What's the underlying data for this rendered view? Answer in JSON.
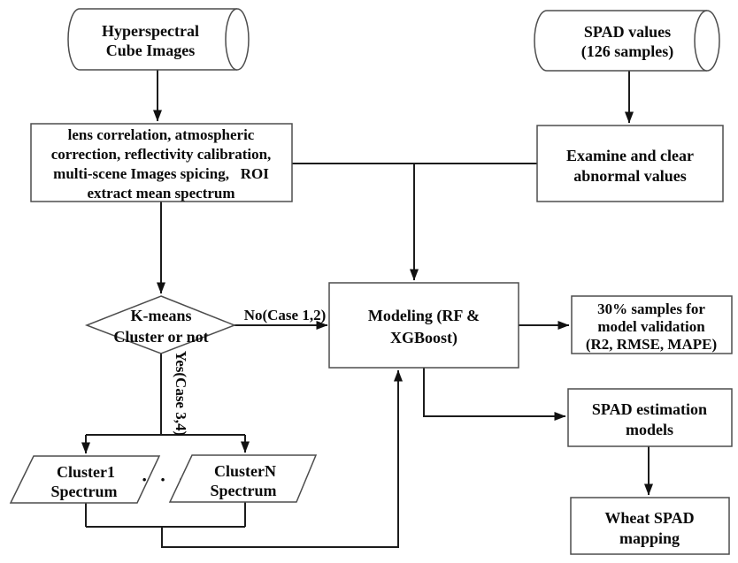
{
  "diagram": {
    "kind": "flowchart",
    "background": "#ffffff",
    "line_color": "#1c1c1c",
    "shape_border_color": "#4d4d4d",
    "text_color": "#0a0a0a",
    "nodes": {
      "hyperspectral_cube": {
        "shape": "cylinder",
        "lines": [
          "Hyperspectral",
          "Cube Images"
        ]
      },
      "spad_values": {
        "shape": "cylinder",
        "lines": [
          "SPAD values",
          "(126 samples)"
        ]
      },
      "preprocessing": {
        "shape": "process",
        "lines": [
          "lens correlation, atmospheric",
          "correction, reflectivity calibration,",
          "multi-scene Images spicing,   ROI",
          "extract mean spectrum"
        ]
      },
      "examine": {
        "shape": "process",
        "lines": [
          "Examine and clear",
          "abnormal values"
        ]
      },
      "kmeans_decision": {
        "shape": "decision",
        "lines": [
          "K-means",
          "Cluster or not"
        ]
      },
      "modeling": {
        "shape": "process",
        "lines": [
          "Modeling (RF &",
          "XGBoost)"
        ]
      },
      "validation": {
        "shape": "process",
        "lines": [
          "30% samples for",
          "model validation",
          "(R2, RMSE, MAPE)"
        ]
      },
      "estimation_models": {
        "shape": "process",
        "lines": [
          "SPAD estimation",
          "models"
        ]
      },
      "wheat_mapping": {
        "shape": "process",
        "lines": [
          "Wheat SPAD",
          "mapping"
        ]
      },
      "cluster1": {
        "shape": "parallelogram",
        "lines": [
          "Cluster1",
          "Spectrum"
        ]
      },
      "clusterN": {
        "shape": "parallelogram",
        "lines": [
          "ClusterN",
          "Spectrum"
        ]
      }
    },
    "edge_labels": {
      "no_branch": "No(Case 1,2)",
      "yes_branch": "Yes(Case 3,4)",
      "ellipsis": "· · ·"
    }
  }
}
